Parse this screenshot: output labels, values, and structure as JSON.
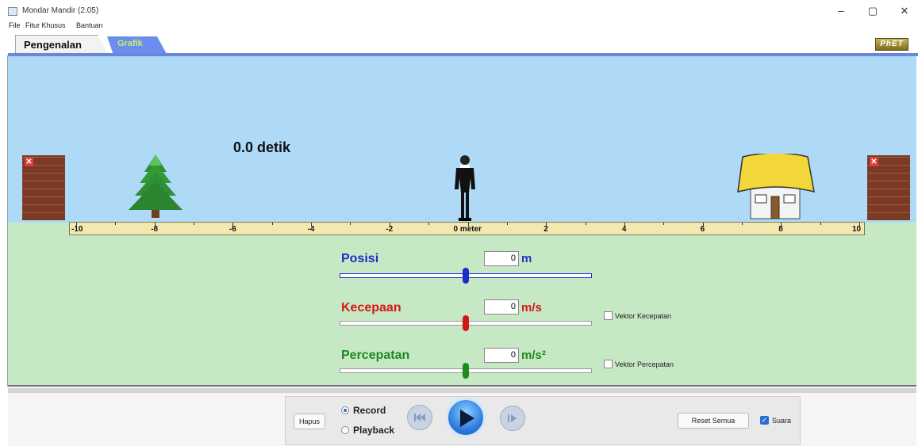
{
  "window": {
    "title": "Mondar Mandir (2.05)",
    "minimize_glyph": "–",
    "maximize_glyph": "▢",
    "close_glyph": "✕"
  },
  "menu": [
    "File",
    "Fitur Khusus",
    "Bantuan"
  ],
  "tabs": [
    {
      "label": "Pengenalan",
      "active": true
    },
    {
      "label": "Grafik",
      "active": false
    }
  ],
  "logo_text": "PhET",
  "scene": {
    "time_readout": "0.0 detik",
    "ruler_labels": [
      "-10",
      "-8",
      "-6",
      "-4",
      "-2",
      "0 meter",
      "2",
      "4",
      "6",
      "8",
      "10"
    ],
    "wall_close_glyph": "✕",
    "icons": [
      "tree-icon",
      "person-icon",
      "house-icon",
      "brick-wall-left",
      "brick-wall-right"
    ]
  },
  "controls": {
    "position": {
      "label": "Posisi",
      "value": "0",
      "unit": "m",
      "color": "#1c2fc4",
      "slider_fraction": 0.5
    },
    "velocity": {
      "label": "Kecepaan",
      "value": "0",
      "unit": "m/s",
      "color": "#d41818",
      "slider_fraction": 0.5,
      "checkbox_label": "Vektor Kecepatan",
      "checked": false
    },
    "acceleration": {
      "label": "Percepatan",
      "value": "0",
      "unit": "m/s²",
      "color": "#1e8a1e",
      "slider_fraction": 0.5,
      "checkbox_label": "Vektor Percepatan",
      "checked": false
    }
  },
  "playback": {
    "clear_button": "Hapus",
    "record_label": "Record",
    "playback_label": "Playback",
    "mode_selected": "Record",
    "reset_button": "Reset Semua",
    "sound_label": "Suara",
    "sound_checked": true
  },
  "colors": {
    "sky": "#aed9f7",
    "ground": "#c6e8c4",
    "tab_inactive": "#6a8df0",
    "accent": "#2f7fe0"
  }
}
